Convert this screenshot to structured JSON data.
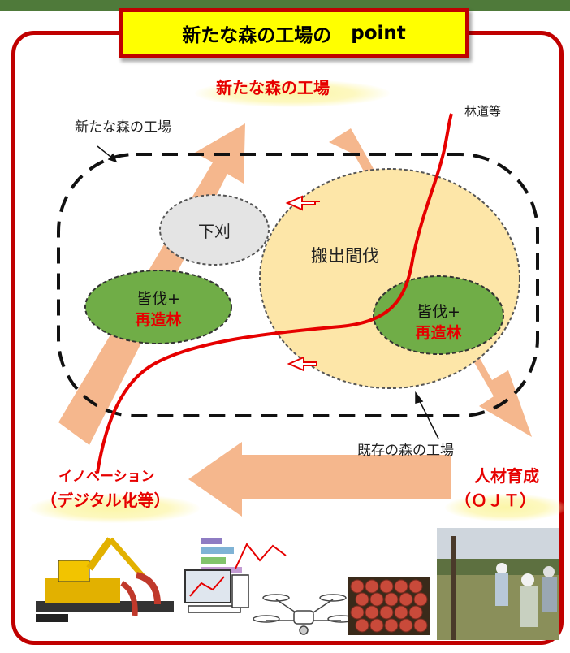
{
  "title": {
    "prefix": "新たな森の工場の",
    "suffix": "point"
  },
  "top_label": "新たな森の工場",
  "callouts": {
    "new_factory": "新たな森の工場",
    "forest_road": "林道等",
    "existing_factory": "既存の森の工場"
  },
  "areas": {
    "undergrowth": "下刈",
    "thinning": "搬出間伐",
    "clearcut_left": {
      "line1": "皆伐+",
      "line2": "再造林"
    },
    "clearcut_right": {
      "line1": "皆伐+",
      "line2": "再造林"
    }
  },
  "left_bottom": {
    "line1": "イノベーション",
    "line2": "（デジタル化等）"
  },
  "right_bottom": {
    "line1": "人材育成",
    "line2": "（ＯＪＴ）"
  },
  "colors": {
    "frame": "#c00000",
    "title_bg": "#ffff00",
    "arrow": "#f4b183",
    "green": "#70ad47",
    "thinning": "#fde6a8",
    "road": "#e60000"
  },
  "illustrations": [
    "excavator-harvester",
    "computer-chart",
    "drone",
    "log-pile",
    "field-training-photo"
  ]
}
